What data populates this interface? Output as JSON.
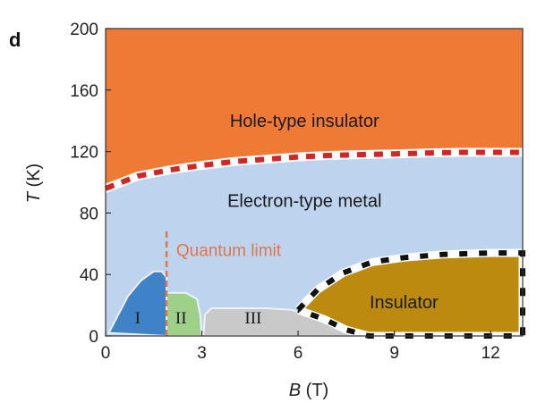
{
  "panel_label": "d",
  "chart_data": {
    "type": "area",
    "xlabel_var": "B",
    "xlabel_unit": "(T)",
    "ylabel_var": "T",
    "ylabel_unit": "(K)",
    "xlim": [
      0,
      13
    ],
    "ylim": [
      0,
      200
    ],
    "x_ticks": [
      0,
      3,
      6,
      9,
      12
    ],
    "y_ticks": [
      0,
      40,
      80,
      120,
      160,
      200
    ],
    "grid": false,
    "legend": "none",
    "colors": {
      "hole_insulator": "#ef7a35",
      "electron_metal": "#bdd3ee",
      "phase_I": "#3f82c8",
      "phase_II": "#9fd08a",
      "phase_III": "#c9c9c9",
      "insulator": "#bd8a10",
      "hole_boundary": "#cf2727",
      "insulator_boundary": "#111111",
      "quantum_limit": "#e0784a"
    },
    "hole_boundary": [
      [
        0,
        96
      ],
      [
        1,
        104
      ],
      [
        2,
        108
      ],
      [
        3,
        111
      ],
      [
        4,
        113.5
      ],
      [
        5,
        115
      ],
      [
        6,
        116.5
      ],
      [
        7,
        117.5
      ],
      [
        8,
        118
      ],
      [
        9,
        118.5
      ],
      [
        10,
        119
      ],
      [
        11,
        119.5
      ],
      [
        12,
        119.5
      ],
      [
        13,
        119.5
      ]
    ],
    "phase_I": [
      [
        0.1,
        2
      ],
      [
        0.35,
        12
      ],
      [
        0.7,
        26
      ],
      [
        1.1,
        36
      ],
      [
        1.5,
        42
      ],
      [
        1.75,
        42
      ],
      [
        1.9,
        38
      ],
      [
        1.9,
        0
      ]
    ],
    "phase_II": [
      [
        1.9,
        0
      ],
      [
        1.9,
        28
      ],
      [
        2.5,
        28
      ],
      [
        2.85,
        24
      ],
      [
        2.95,
        14
      ],
      [
        3.0,
        0
      ]
    ],
    "phase_III": [
      [
        3.05,
        0
      ],
      [
        3.1,
        14
      ],
      [
        3.3,
        18
      ],
      [
        5.0,
        18
      ],
      [
        5.8,
        17
      ],
      [
        6.5,
        12
      ],
      [
        7.2,
        5
      ],
      [
        7.8,
        1
      ],
      [
        8.0,
        0
      ]
    ],
    "insulator_upper": [
      [
        6.0,
        17
      ],
      [
        6.6,
        30
      ],
      [
        7.4,
        41
      ],
      [
        8.3,
        48
      ],
      [
        9.3,
        51
      ],
      [
        10.5,
        53
      ],
      [
        12.0,
        54
      ],
      [
        13.0,
        54
      ]
    ],
    "insulator_lower": [
      [
        13.0,
        0
      ],
      [
        8.2,
        0
      ],
      [
        7.5,
        4
      ],
      [
        6.8,
        11
      ],
      [
        6.0,
        17
      ]
    ],
    "quantum_limit_x": 1.9,
    "quantum_limit_ytop": 68,
    "annotations": {
      "hole": "Hole-type insulator",
      "metal": "Electron-type metal",
      "quantum_limit": "Quantum limit",
      "insulator": "Insulator",
      "phase_I": "I",
      "phase_II": "II",
      "phase_III": "III"
    }
  }
}
